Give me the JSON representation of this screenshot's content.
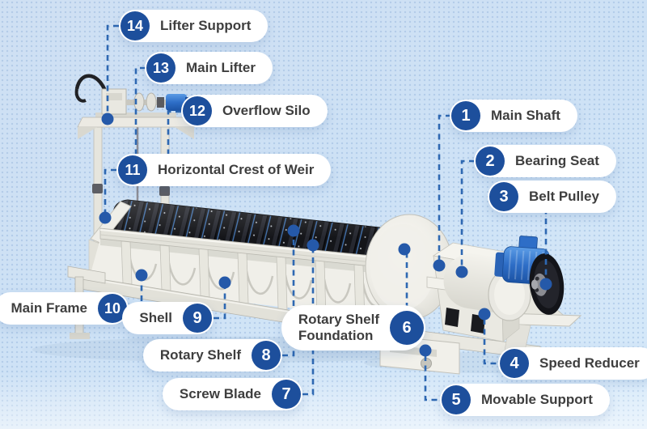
{
  "title": "Spiral Classifier Structure Diagram",
  "colors": {
    "accent_circle": "#1d4f9c",
    "leader_line": "#2e68b2",
    "endpoint_dot": "#2559a9",
    "pill_background": "#ffffff",
    "label_text": "#3e3e3e",
    "background_top": "#cfe0f3",
    "background_bottom": "#d7eafa",
    "machine_body": "#efeee8",
    "spiral_black": "#141519",
    "motor_blue": "#2e6ec7"
  },
  "parts": [
    {
      "number": "1",
      "label": "Main Shaft"
    },
    {
      "number": "2",
      "label": "Bearing Seat"
    },
    {
      "number": "3",
      "label": "Belt Pulley"
    },
    {
      "number": "4",
      "label": "Speed Reducer"
    },
    {
      "number": "5",
      "label": "Movable Support"
    },
    {
      "number": "6",
      "label": "Rotary Shelf Foundation",
      "label_lines": [
        "Rotary Shelf",
        "Foundation"
      ]
    },
    {
      "number": "7",
      "label": "Screw Blade"
    },
    {
      "number": "8",
      "label": "Rotary Shelf"
    },
    {
      "number": "9",
      "label": "Shell"
    },
    {
      "number": "10",
      "label": "Main Frame"
    },
    {
      "number": "11",
      "label": "Horizontal Crest of Weir"
    },
    {
      "number": "12",
      "label": "Overflow Silo"
    },
    {
      "number": "13",
      "label": "Main Lifter"
    },
    {
      "number": "14",
      "label": "Lifter Support"
    }
  ]
}
